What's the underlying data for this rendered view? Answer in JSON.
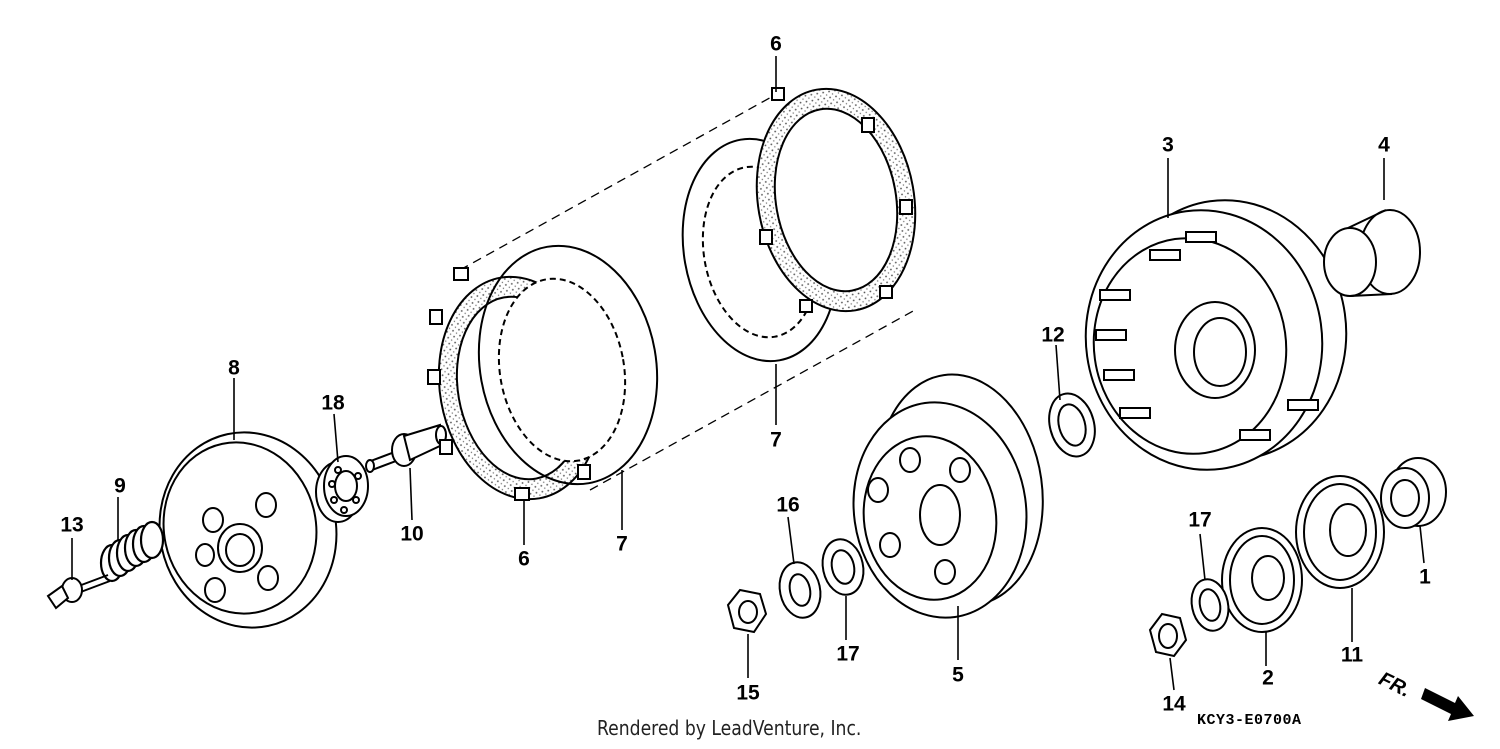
{
  "diagram": {
    "callouts": [
      {
        "id": "c6a",
        "label": "6"
      },
      {
        "id": "c3",
        "label": "3"
      },
      {
        "id": "c4",
        "label": "4"
      },
      {
        "id": "c12",
        "label": "12"
      },
      {
        "id": "c7a",
        "label": "7"
      },
      {
        "id": "c8",
        "label": "8"
      },
      {
        "id": "c18",
        "label": "18"
      },
      {
        "id": "c9",
        "label": "9"
      },
      {
        "id": "c13",
        "label": "13"
      },
      {
        "id": "c10",
        "label": "10"
      },
      {
        "id": "c6b",
        "label": "6"
      },
      {
        "id": "c7b",
        "label": "7"
      },
      {
        "id": "c16",
        "label": "16"
      },
      {
        "id": "c17a",
        "label": "17"
      },
      {
        "id": "c5",
        "label": "5"
      },
      {
        "id": "c15",
        "label": "15"
      },
      {
        "id": "c17b",
        "label": "17"
      },
      {
        "id": "c1",
        "label": "1"
      },
      {
        "id": "c11",
        "label": "11"
      },
      {
        "id": "c2",
        "label": "2"
      },
      {
        "id": "c14",
        "label": "14"
      }
    ],
    "diagram_code": "KCY3-E0700A",
    "direction_label": "FR.",
    "credit": "Rendered by LeadVenture, Inc."
  },
  "colors": {
    "ink": "#000000",
    "paper": "#ffffff",
    "friction_dots": "#555555"
  }
}
